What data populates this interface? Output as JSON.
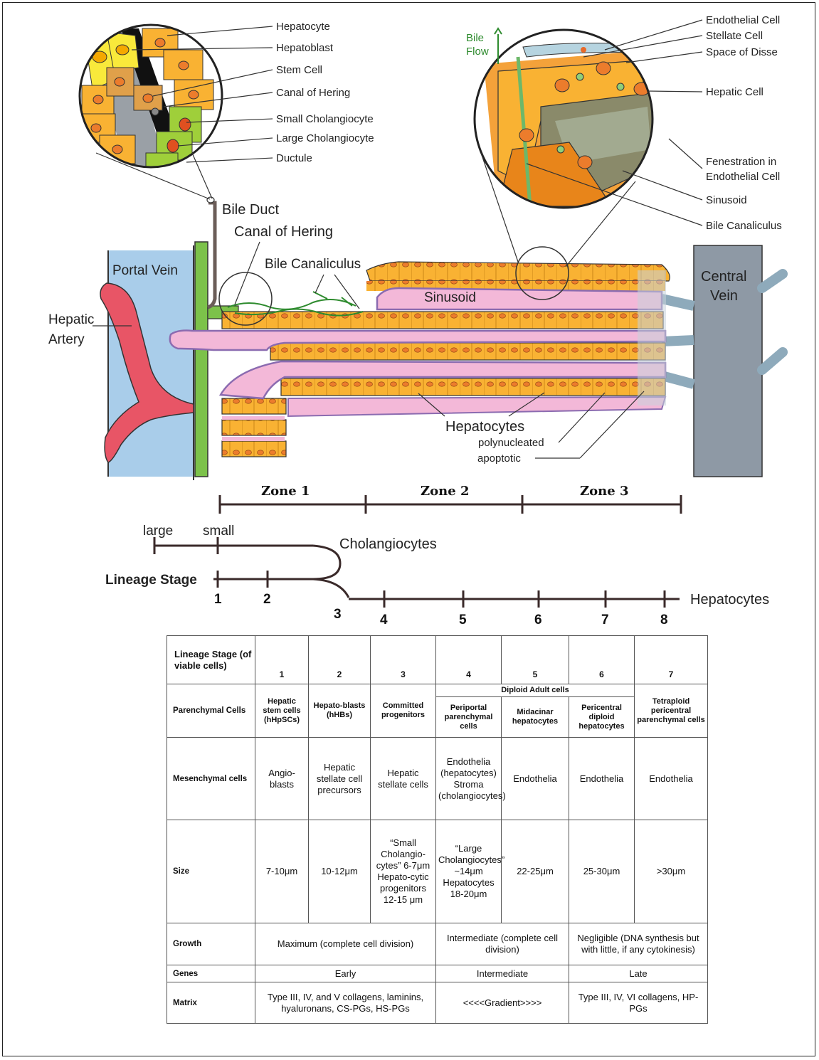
{
  "portal": {
    "bile_duct": "Bile Duct",
    "canal_of_hering": "Canal of Hering",
    "portal_vein": "Portal Vein",
    "hepatic_artery": [
      "Hepatic",
      "Artery"
    ],
    "bile_canaliculus": "Bile Canaliculus",
    "sinusoid": "Sinusoid",
    "central_vein": [
      "Central",
      "Vein"
    ],
    "hepatocytes": "Hepatocytes",
    "polynucleated": "polynucleated",
    "apoptotic": "apoptotic"
  },
  "left_inset_labels": [
    "Hepatocyte",
    "Hepatoblast",
    "Stem Cell",
    "Canal of Hering",
    "Small Cholangiocyte",
    "Large Cholangiocyte",
    "Ductule"
  ],
  "right_inset": {
    "bile_flow": [
      "Bile",
      "Flow"
    ],
    "labels": [
      "Endothelial Cell",
      "Stellate Cell",
      "Space of Disse",
      "Hepatic Cell",
      "Fenestration in",
      "Endothelial Cell",
      "Sinusoid",
      "Bile Canaliculus"
    ]
  },
  "zones": [
    "Zone 1",
    "Zone 2",
    "Zone 3"
  ],
  "lineage": {
    "large": "large",
    "small": "small",
    "cholangiocytes": "Cholangiocytes",
    "title": "Lineage Stage",
    "hepatocytes": "Hepatocytes",
    "stages": [
      "1",
      "2",
      "3",
      "4",
      "5",
      "6",
      "7",
      "8"
    ]
  },
  "table": {
    "header_label": "Lineage Stage (of viable cells)",
    "stage_numbers": [
      "1",
      "2",
      "3",
      "4",
      "5",
      "6",
      "7"
    ],
    "parenchymal": {
      "label": "Parenchymal Cells",
      "diploid_group": "Diploid Adult cells",
      "cells": [
        "Hepatic stem cells (hHpSCs)",
        "Hepato-blasts (hHBs)",
        "Committed progenitors",
        "Periportal parenchymal cells",
        "Midacinar hepatocytes",
        "Pericentral diploid hepatocytes",
        "Tetraploid pericentral parenchymal cells"
      ]
    },
    "mesenchymal": {
      "label": "Mesenchymal cells",
      "cells": [
        "Angio-blasts",
        "Hepatic stellate cell precursors",
        "Hepatic stellate cells",
        "Endothelia (hepatocytes) Stroma (cholangiocytes)",
        "Endothelia",
        "Endothelia",
        "Endothelia"
      ]
    },
    "size": {
      "label": "Size",
      "cells": [
        "7-10μm",
        "10-12μm",
        "“Small Cholangio-cytes” 6-7μm Hepato-cytic progenitors 12-15 μm",
        "“Large Cholangiocytes” ~14μm Hepatocytes 18-20μm",
        "22-25μm",
        "25-30μm",
        ">30μm"
      ]
    },
    "growth": {
      "label": "Growth",
      "cells": [
        "Maximum (complete cell division)",
        "Intermediate (complete cell division)",
        "Negligible (DNA synthesis but with little, if any cytokinesis)"
      ]
    },
    "genes": {
      "label": "Genes",
      "cells": [
        "Early",
        "Intermediate",
        "Late"
      ]
    },
    "matrix": {
      "label": "Matrix",
      "cells": [
        "Type III, IV, and V collagens, laminins, hyaluronans, CS-PGs, HS-PGs",
        "<<<<Gradient>>>>",
        "Type III, IV, VI collagens, HP-PGs"
      ]
    }
  },
  "colors": {
    "portal_vein": "#a9cdea",
    "hepatic_artery": "#e85566",
    "bile_duct_green": "#7cc24a",
    "hepatocyte_orange": "#f9b233",
    "nucleus": "#ec7c2c",
    "sinusoid_pink": "#f3b8d8",
    "sinusoid_edge": "#8b6bb0",
    "central_vein": "#8e99a5",
    "canaliculus": "#2e8b2e"
  }
}
